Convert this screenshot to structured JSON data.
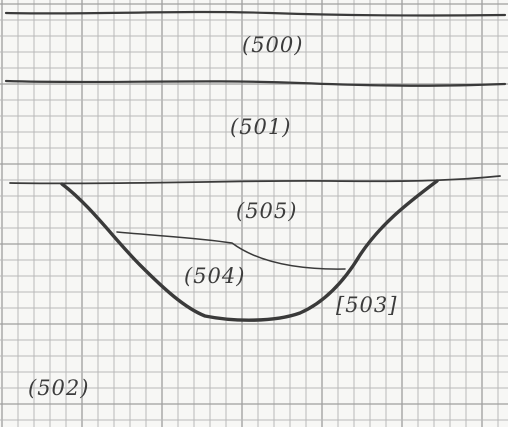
{
  "labels": {
    "label_500": "(500)",
    "label_501": "(501)",
    "label_502": "(502)",
    "label_503": "[503]",
    "label_504": "(504)",
    "label_505": "(505)"
  }
}
